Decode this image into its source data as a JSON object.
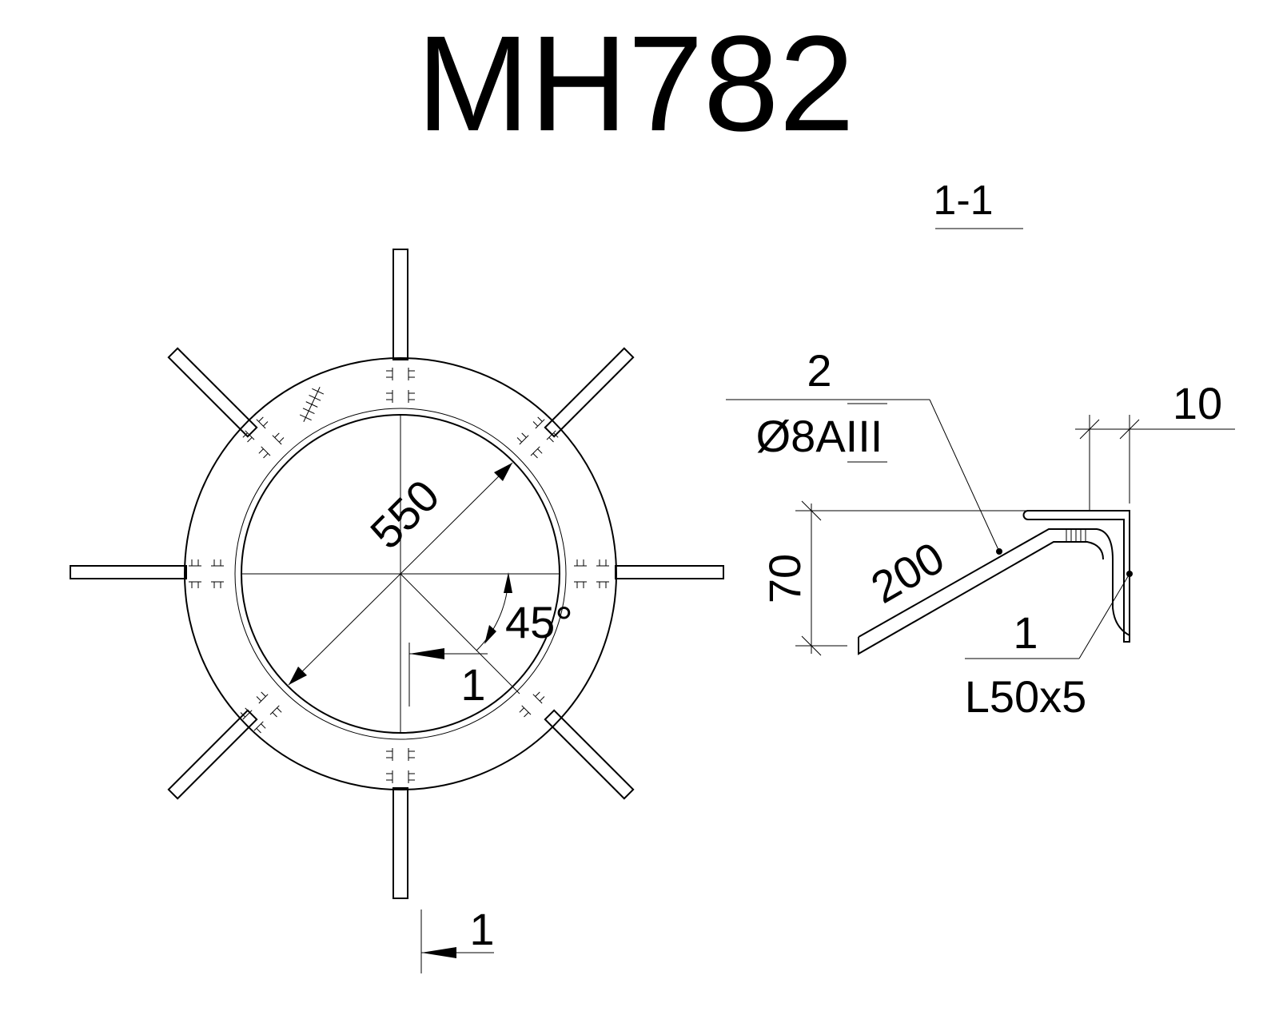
{
  "title": "MH782",
  "section_label": "1-1",
  "plan": {
    "diameter_label": "550",
    "angle_label": "45°",
    "cut_marker_top": "1",
    "cut_marker_bottom": "1"
  },
  "section": {
    "rebar_pos": "2",
    "rebar_spec": "Ø8AIII",
    "length_label": "200",
    "height_label": "70",
    "offset_label": "10",
    "angle_pos": "1",
    "angle_spec": "L50x5"
  }
}
